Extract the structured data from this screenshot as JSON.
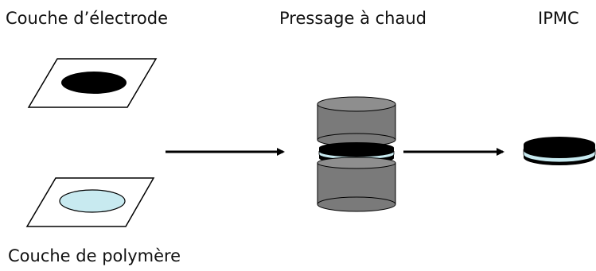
{
  "labels": {
    "electrode_layer": "Couche d’électrode",
    "hot_pressing": "Pressage à chaud",
    "ipmc": "IPMC",
    "polymer_layer": "Couche de polymère"
  },
  "colors": {
    "electrode": "#000000",
    "polymer": "#c8eaf0",
    "press": "#7a7a7a",
    "press_light": "#8e8e8e",
    "press_dark": "#555555",
    "outline": "#000000",
    "sheet": "#ffffff"
  }
}
